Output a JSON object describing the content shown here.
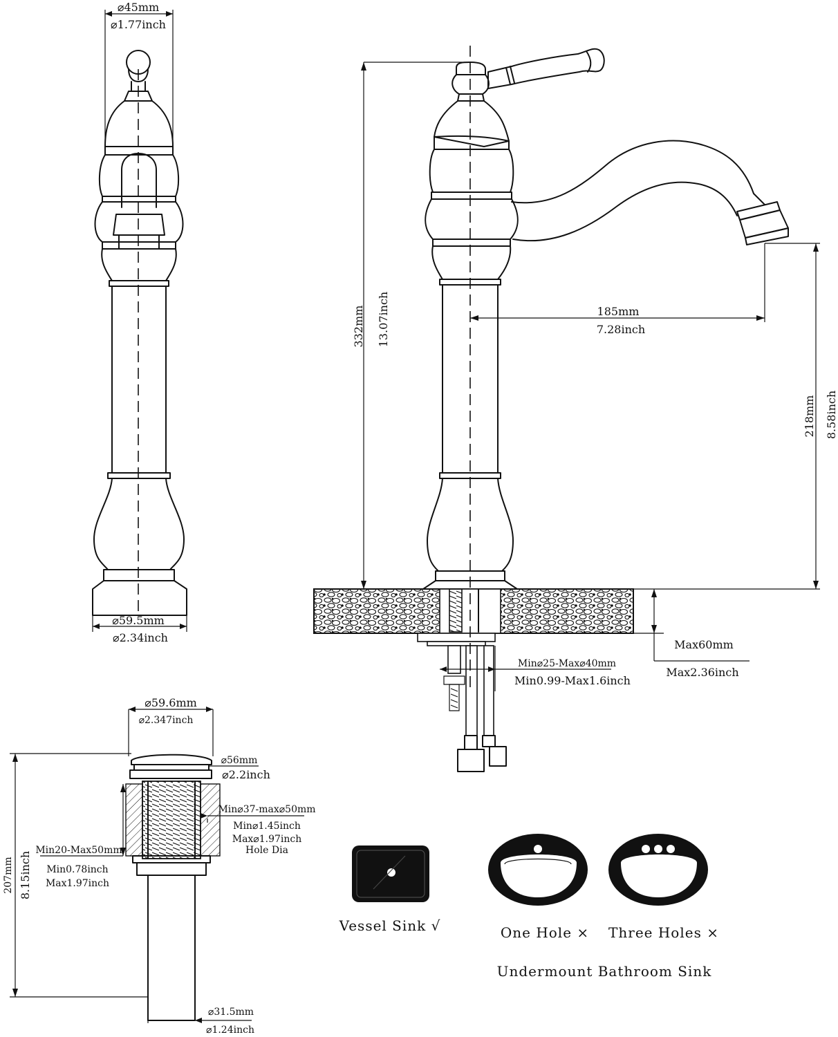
{
  "side_view": {
    "top_diameter_mm": "⌀45mm",
    "top_diameter_in": "⌀1.77inch",
    "base_diameter_mm": "⌀59.5mm",
    "base_diameter_in": "⌀2.34inch"
  },
  "front_view": {
    "height_mm": "332mm",
    "height_in": "13.07inch",
    "reach_mm": "185mm",
    "reach_in": "7.28inch",
    "spout_height_mm": "218mm",
    "spout_height_in": "8.58inch",
    "deck_max_mm": "Max60mm",
    "deck_max_in": "Max2.36inch",
    "hole_range_mm": "Min⌀25-Max⌀40mm",
    "hole_range_in": "Min0.99-Max1.6inch"
  },
  "drain": {
    "cap_diameter_mm": "⌀59.6mm",
    "cap_diameter_in": "⌀2.347inch",
    "flange_diameter_mm": "⌀56mm",
    "flange_diameter_in": "⌀2.2inch",
    "hole_range_mm": "Min⌀37-max⌀50mm",
    "hole_min_in": "Min⌀1.45inch",
    "hole_max_in": "Max⌀1.97inch",
    "hole_dia_label": "Hole Dia",
    "thickness_mm": "Min20-Max50mm",
    "thickness_min_in": "Min0.78inch",
    "thickness_max_in": "Max1.97inch",
    "length_mm": "207mm",
    "length_in": "8.15inch",
    "tail_diameter_mm": "⌀31.5mm",
    "tail_diameter_in": "⌀1.24inch"
  },
  "compatibility": {
    "vessel_label": "Vessel Sink √",
    "one_hole_label": "One Hole ×",
    "three_holes_label": "Three Holes ×",
    "undermount_label": "Undermount Bathroom Sink"
  }
}
